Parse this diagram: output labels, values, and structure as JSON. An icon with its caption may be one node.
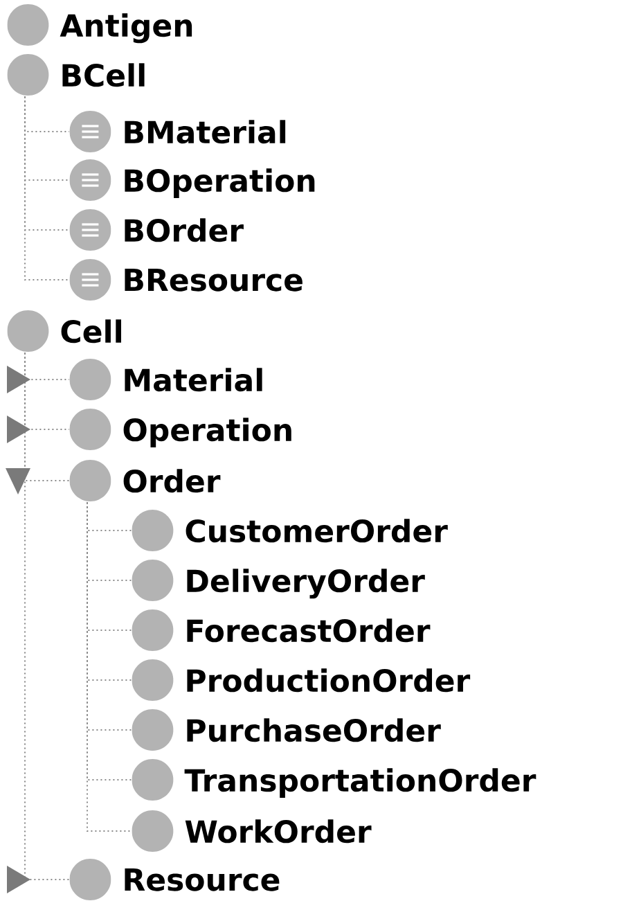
{
  "diagram": {
    "nodes": [
      {
        "text": [
          "Antigen"
        ]
      },
      {
        "text": [
          "BCell"
        ]
      },
      {
        "text": [
          "BMaterial"
        ]
      },
      {
        "text": [
          "BOperation"
        ]
      },
      {
        "text": [
          "BOrder"
        ]
      },
      {
        "text": [
          "BResource"
        ]
      },
      {
        "text": [
          "Cell"
        ]
      },
      {
        "text": [
          "Material"
        ]
      },
      {
        "text": [
          "Operation"
        ]
      },
      {
        "text": [
          "Order"
        ]
      },
      {
        "text": [
          "CustomerOrder"
        ]
      },
      {
        "text": [
          "DeliveryOrder"
        ]
      },
      {
        "text": [
          "ForecastOrder"
        ]
      },
      {
        "text": [
          "ProductionOrder"
        ]
      },
      {
        "text": [
          "PurchaseOrder"
        ]
      },
      {
        "text": [
          "TransportationOrder"
        ]
      },
      {
        "text": [
          "WorkOrder"
        ]
      },
      {
        "text": [
          "Resource"
        ]
      }
    ],
    "edges": [
      {
        "from": 1,
        "to": 2,
        "arrow": "none"
      },
      {
        "from": 1,
        "to": 3,
        "arrow": "none"
      },
      {
        "from": 1,
        "to": 4,
        "arrow": "none"
      },
      {
        "from": 1,
        "to": 5,
        "arrow": "none"
      },
      {
        "from": 6,
        "to": 7,
        "arrow": "none"
      },
      {
        "from": 6,
        "to": 8,
        "arrow": "none"
      },
      {
        "from": 6,
        "to": 9,
        "arrow": "none"
      },
      {
        "from": 9,
        "to": 10,
        "arrow": "none"
      },
      {
        "from": 9,
        "to": 11,
        "arrow": "none"
      },
      {
        "from": 9,
        "to": 12,
        "arrow": "none"
      },
      {
        "from": 9,
        "to": 13,
        "arrow": "none"
      },
      {
        "from": 9,
        "to": 14,
        "arrow": "none"
      },
      {
        "from": 9,
        "to": 15,
        "arrow": "none"
      },
      {
        "from": 9,
        "to": 16,
        "arrow": "none"
      },
      {
        "from": 6,
        "to": 17,
        "arrow": "none"
      }
    ]
  }
}
